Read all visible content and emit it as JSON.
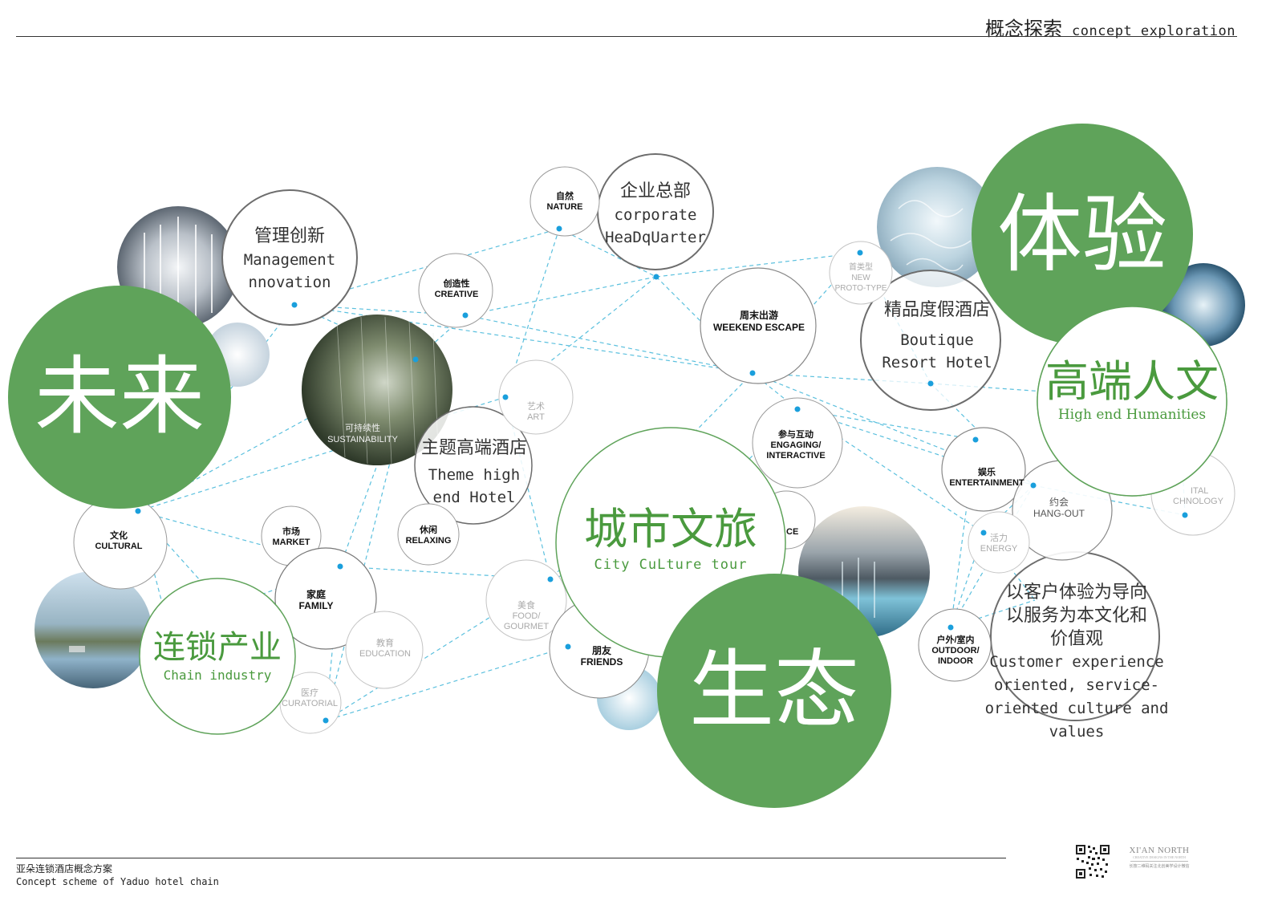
{
  "header": {
    "title_zh": "概念探索",
    "title_en": "concept exploration"
  },
  "footer": {
    "project_zh": "亚朵连锁酒店概念方案",
    "project_en": "Concept scheme of Yaduo hotel chain"
  },
  "logo": {
    "title": "XI'AN NORTH",
    "subtitle": "CREATIVE DESIGNS IN THE NORTH",
    "caption": "长按二维码关注北创美学设计微信"
  },
  "big_nodes": {
    "future": "未来",
    "experience": "体验",
    "ecology": "生态"
  },
  "green_nodes": {
    "humanities": {
      "zh": "高端人文",
      "en": "High end Humanities"
    },
    "city_culture": {
      "zh": "城市文旅",
      "en": "City CuLture tour"
    },
    "chain": {
      "zh": "连锁产业",
      "en": "Chain industry"
    }
  },
  "mid_nodes": {
    "management": {
      "zh": "管理创新",
      "en1": "Management",
      "en2": "nnovation"
    },
    "headquarter": {
      "zh": "企业总部",
      "en1": "corporate",
      "en2": "HeaDqUarter"
    },
    "resort": {
      "zh": "精品度假酒店",
      "en1": "Boutique",
      "en2": "Resort Hotel"
    },
    "theme": {
      "zh": "主题高端酒店",
      "en1": "Theme high",
      "en2": "end Hotel"
    },
    "customer": {
      "zh1": "以客户体验为导向",
      "zh2": "以服务为本文化和",
      "zh3": "价值观",
      "en1": "Customer experience",
      "en2": "oriented, service-",
      "en3": "oriented culture and",
      "en4": "values"
    }
  },
  "small_nodes": {
    "nature": {
      "zh": "自然",
      "en": "NATURE"
    },
    "creative": {
      "zh": "创造性",
      "en": "CREATIVE"
    },
    "weekend": {
      "zh": "周末出游",
      "en": "WEEKEND ESCAPE"
    },
    "sustainability": {
      "zh": "可持续性",
      "en": "SUSTAINABILITY"
    },
    "art": {
      "zh": "艺术",
      "en": "ART"
    },
    "engaging": {
      "zh": "参与互动",
      "en1": "ENGAGING/",
      "en2": "INTERACTIVE"
    },
    "new_proto": {
      "zh": "首类型",
      "en1": "NEW",
      "en2": "PROTO-TYPE"
    },
    "cultural": {
      "zh": "文化",
      "en": "CULTURAL"
    },
    "market": {
      "zh": "市场",
      "en": "MARKET"
    },
    "relaxing": {
      "zh": "休闲",
      "en": "RELAXING"
    },
    "family": {
      "zh": "家庭",
      "en": "FAMILY"
    },
    "education": {
      "zh": "教育",
      "en": "EDUCATION"
    },
    "curatorial": {
      "zh": "医疗",
      "en": "CURATORIAL"
    },
    "gourmet": {
      "zh": "美食",
      "en1": "FOOD/",
      "en2": "GOURMET"
    },
    "friends": {
      "zh": "朋友",
      "en": "FRIENDS"
    },
    "entertainment": {
      "zh": "娱乐",
      "en": "ENTERTAINMENT"
    },
    "hangout": {
      "zh": "约会",
      "en": "HANG-OUT"
    },
    "energy": {
      "zh": "活力",
      "en": "ENERGY"
    },
    "outdoor": {
      "zh": "户外/室内",
      "en1": "OUTDOOR/",
      "en2": "INDOOR"
    },
    "technology": {
      "en1": "ITAL",
      "en2": "CHNOLOGY"
    },
    "ce": {
      "en": "CE"
    }
  },
  "colors": {
    "green": "#5fa35a",
    "green_text": "#4a9a3e",
    "dash_line": "#5bc0de",
    "dot": "#1a9fdc",
    "ring": "#6d6d6d"
  }
}
